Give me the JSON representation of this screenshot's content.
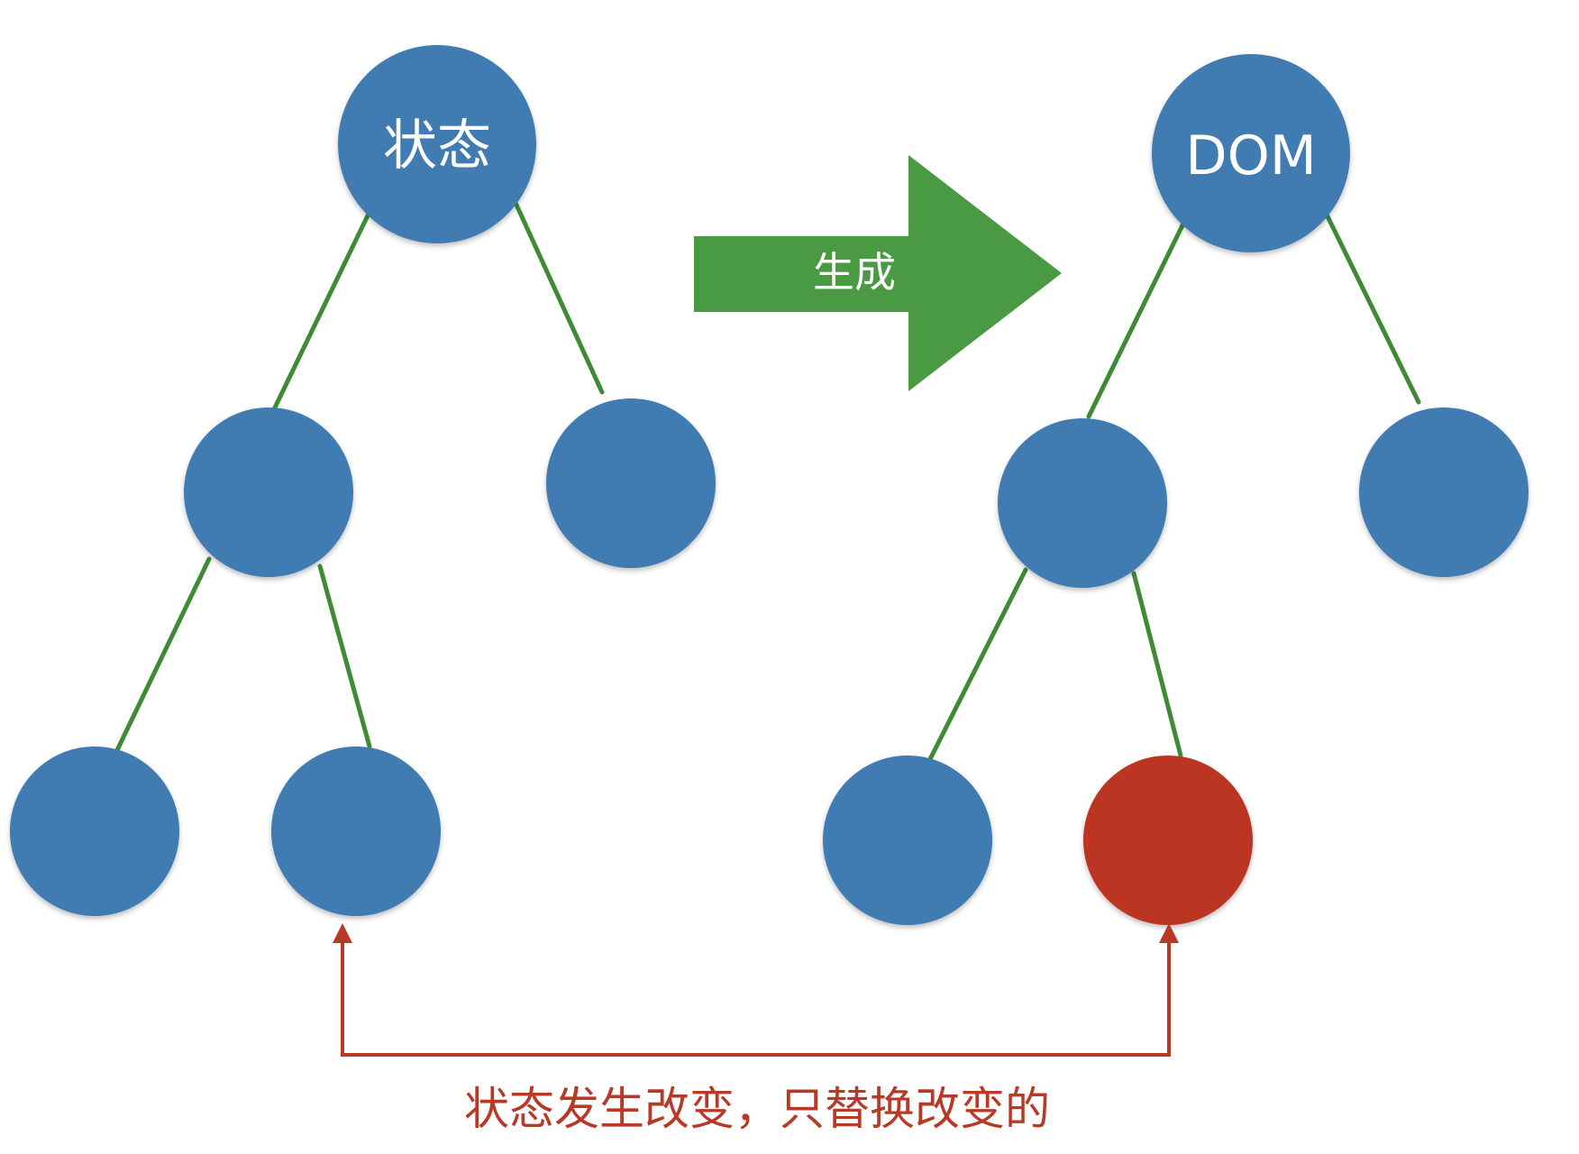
{
  "diagram": {
    "left_root_label": "状态",
    "right_root_label": "DOM",
    "arrow_label": "生成",
    "caption": "状态发生改变，只替换改变的"
  },
  "colors": {
    "node": "#3f7bb2",
    "changed_node": "#bb3520",
    "edge": "#3f8b35",
    "arrow": "#4a9a44",
    "connector": "#b83a26"
  },
  "trees": [
    {
      "name": "state-tree",
      "nodes": [
        "root",
        "left",
        "right",
        "left-left",
        "left-right"
      ]
    },
    {
      "name": "dom-tree",
      "nodes": [
        "root",
        "left",
        "right",
        "left-left",
        "left-right-changed"
      ]
    }
  ]
}
